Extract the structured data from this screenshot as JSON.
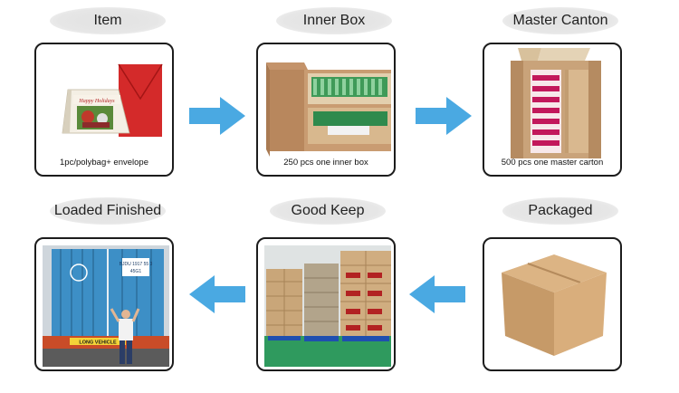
{
  "steps": [
    {
      "label": "Item",
      "caption": "1pc/polybag+ envelope"
    },
    {
      "label": "Inner Box",
      "caption": "250 pcs one inner box"
    },
    {
      "label": "Master Canton",
      "caption": "500 pcs one master carton"
    },
    {
      "label": "Packaged"
    },
    {
      "label": "Good Keep"
    },
    {
      "label": "Loaded Finished"
    }
  ],
  "photo_text": {
    "card_greeting": "Happy Holidays",
    "container_code": "BJDU 1917 55 3",
    "container_type": "45G1",
    "truck_plate": "LONG VEHICLE"
  },
  "colors": {
    "arrow": "#4aa9e2",
    "border": "#1c1c1c",
    "pill": "#e4e4e4"
  },
  "icons": [
    "arrow-right-icon",
    "arrow-left-icon"
  ]
}
